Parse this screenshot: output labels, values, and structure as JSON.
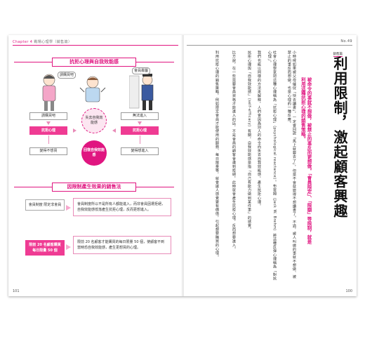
{
  "left_page": {
    "chapter": "Chapter 4",
    "chapter_title": "戰場心理學（銷售篇）",
    "folio": "101",
    "section1_title": "抗拒心理與自我效能感",
    "diagram": {
      "refuse_buy": "請購買吧",
      "self_efficacy_loss": "失去自我效能感",
      "cannot_enter": "無法進入",
      "resist_left": "抗拒心理",
      "resist_right": "抗拒心理",
      "regain": "回復自我效能感",
      "dont_want": "變得不想買",
      "want_enter": "變得想進入",
      "speech1": "請購買吧",
      "speech2": "會員專屬"
    },
    "section2_title": "因限制產生效果的銷售法",
    "rows": [
      {
        "label": "會員制度 限定非會員",
        "text": "會員制度所以不是所有人都能進入，而非會員因遭拒絕，自我效能感低落產生抗拒心理，反而更想進入。"
      },
      {
        "label": "限前 20 名顧客購買 每日限量 50 個",
        "text": "限前 20 名顧客才能購買的每日限量 50 個，使顧客不到當時恐自我效能感，產生更想買的心理。"
      }
    ]
  },
  "right_page": {
    "page_no": "No.49",
    "folio": "100",
    "tag": "銷售篇",
    "title": "利用限制，激起顧客興趣",
    "subtitle": "被命令的事就不想做，被禁止的事反而更想做。「會員限定」、「限額」等限制，就是利用這種抗拒心理的銷售策略。",
    "body": [
      "小時候如果被父母催促「快去讀書」，一定會回說「馬上就要去了」，但是不會就變得不想讀書了。不過，被人叫做的事就不想做、被禁止的事反而想做，也是心理的一種反應。",
      "社會心理學家把這種心理稱為「抗拒心理」（psychological reactance）。布雷姆（Jack W. Brehm）將這種反彈心理稱為「對抗心理」。",
      "我們也能以同樣的方法來解釋，人們會因為別人的命令而失去自我效能感，產生抗拒心理。",
      "抗拒心理與「自我效能感」（self-efficacy）有關，自我效能感是指「自己有能力做到某件事」的感覺。",
      "比方說，在一些需要會員資格才能進入的店，不是會員的顧客會遭到拒絕，此時就會產生抗拒心理，反而想要進入。",
      "利用抗拒心理的銷售策略，例如限定會員才能使用的服務、每日限量等，就會讓人感覺更有價值，引起想要購買的心理。"
    ]
  }
}
